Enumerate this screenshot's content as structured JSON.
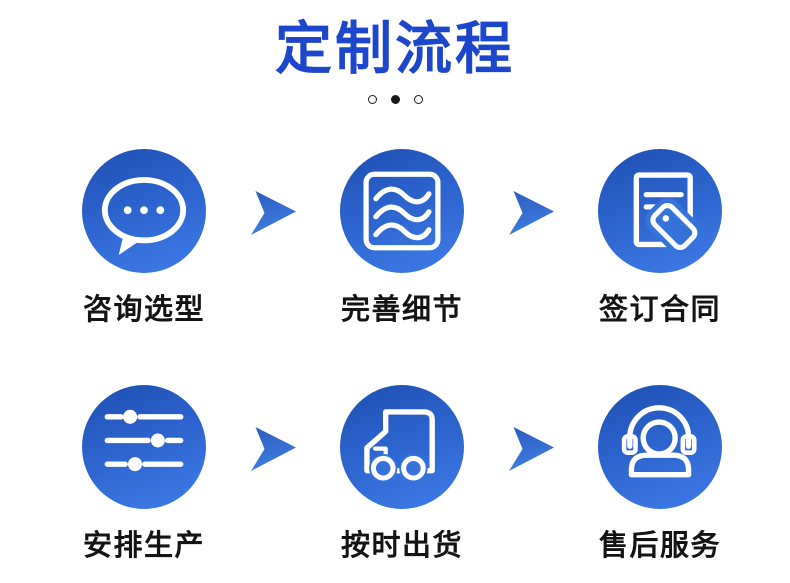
{
  "header": {
    "title": "定制流程"
  },
  "carousel": {
    "dots": [
      {
        "state": "inactive"
      },
      {
        "state": "active"
      },
      {
        "state": "inactive"
      }
    ]
  },
  "process": {
    "rows": [
      {
        "steps": [
          {
            "label": "咨询选型",
            "icon": "chat-bubble-icon"
          },
          {
            "label": "完善细节",
            "icon": "fabric-waves-icon"
          },
          {
            "label": "签订合同",
            "icon": "contract-tag-icon"
          }
        ]
      },
      {
        "steps": [
          {
            "label": "安排生产",
            "icon": "sliders-icon"
          },
          {
            "label": "按时出货",
            "icon": "truck-icon"
          },
          {
            "label": "售后服务",
            "icon": "headset-support-icon"
          }
        ]
      }
    ]
  },
  "colors": {
    "title_color": "#1c46cb",
    "circle_start": "#1e4fb2",
    "circle_mid": "#2c63cd",
    "circle_end": "#3f7de9",
    "arrow_start": "#2d5cc0",
    "arrow_end": "#3f7cdf",
    "halo_blue": "#3573da",
    "label_color": "#141414",
    "dot_color": "#1a1a1a",
    "background": "#ffffff"
  }
}
